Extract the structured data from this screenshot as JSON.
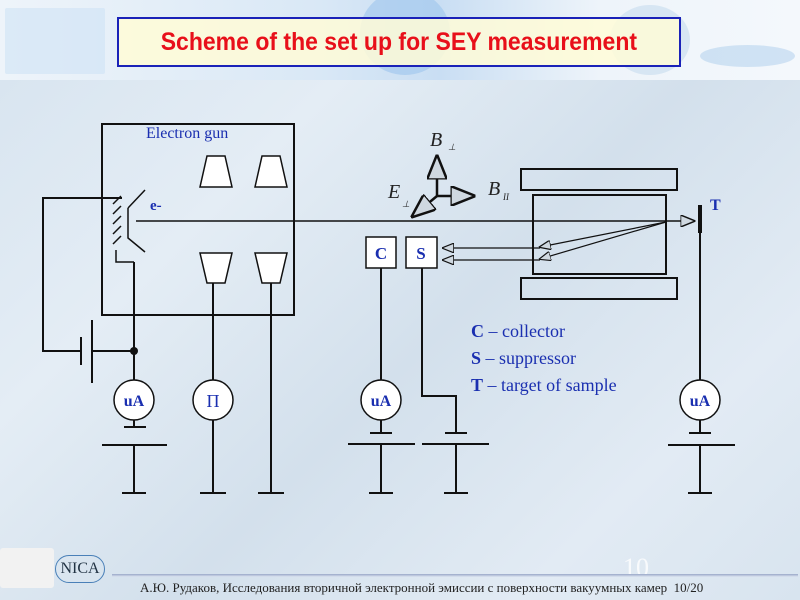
{
  "slide": {
    "title": "Scheme of the set up for SEY measurement",
    "page_mark": "10",
    "footer": "А.Ю. Рудаков, Исследования вторичной электронной эмиссии с поверхности вакуумных камер",
    "page": "10/20",
    "logo_text": "NICA"
  },
  "diagram": {
    "gun_label": "Electron gun",
    "electron": "e-",
    "target": "T",
    "collector": "C",
    "suppressor": "S",
    "meters": {
      "ua": "uA",
      "pi": "Π"
    },
    "vectors": {
      "b": "B",
      "b_perp_sub": "⊥",
      "b_par_sub": "II",
      "e": "E",
      "e_sub": "⊥"
    },
    "legend": [
      {
        "key": "C",
        "text": " – collector"
      },
      {
        "key": "S",
        "text": " – suppressor"
      },
      {
        "key": "T",
        "text": " – target of sample"
      }
    ]
  },
  "colors": {
    "title": "#e8101a",
    "labels": "#1a2fb0"
  }
}
